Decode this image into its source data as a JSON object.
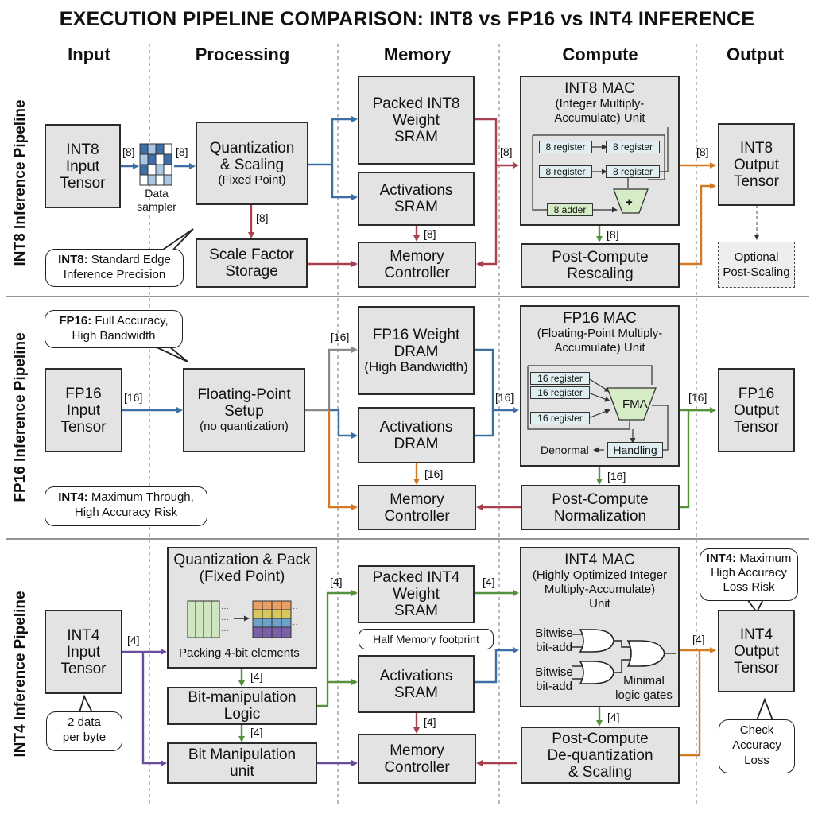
{
  "title": "EXECUTION PIPELINE COMPARISON: INT8 vs FP16 vs INT4 INFERENCE",
  "columns": [
    "Input",
    "Processing",
    "Memory",
    "Compute",
    "Output"
  ],
  "rows": {
    "int8": {
      "label": "INT8 Inference Pipeline",
      "input": [
        "INT8",
        "Input",
        "Tensor"
      ],
      "sampler_label": [
        "Data",
        "sampler"
      ],
      "processing": [
        "Quantization",
        "& Scaling"
      ],
      "processing_sub": "(Fixed Point)",
      "scale_storage": [
        "Scale Factor",
        "Storage"
      ],
      "weight_mem": [
        "Packed INT8",
        "Weight",
        "SRAM"
      ],
      "act_mem": [
        "Activations",
        "SRAM"
      ],
      "mem_ctrl": [
        "Memory",
        "Controller"
      ],
      "mac_title": "INT8 MAC",
      "mac_sub": [
        "(Integer Multiply-",
        "Accumulate) Unit"
      ],
      "registers": [
        "8 register",
        "8 register",
        "8 register",
        "8 register"
      ],
      "adder": "8 adder",
      "plus": "+",
      "post": [
        "Post-Compute",
        "Rescaling"
      ],
      "output": [
        "INT8",
        "Output",
        "Tensor"
      ],
      "optional": [
        "Optional",
        "Post-Scaling"
      ],
      "bubble_bold": "INT8:",
      "bubble_text": [
        "Standard Edge",
        "Inference Precision"
      ],
      "bw": "[8]"
    },
    "fp16": {
      "label": "FP16 Inference Pipeline",
      "input": [
        "FP16",
        "Input",
        "Tensor"
      ],
      "processing": [
        "Floating-Point",
        "Setup"
      ],
      "processing_sub": "(no quantization)",
      "weight_mem": [
        "FP16 Weight",
        "DRAM"
      ],
      "weight_sub": "(High Bandwidth)",
      "act_mem": [
        "Activations",
        "DRAM"
      ],
      "mem_ctrl": [
        "Memory",
        "Controller"
      ],
      "mac_title": "FP16 MAC",
      "mac_sub": [
        "(Floating-Point Multiply-",
        "Accumulate) Unit"
      ],
      "registers": [
        "16 register",
        "16 register",
        "16 register"
      ],
      "fma": "FMA",
      "denormal": "Denormal",
      "handling": "Handling",
      "post": [
        "Post-Compute",
        "Normalization"
      ],
      "output": [
        "FP16",
        "Output",
        "Tensor"
      ],
      "bubble_bold": "FP16:",
      "bubble_text": [
        "Full Accuracy,",
        "High Bandwidth"
      ],
      "bubble2_bold": "INT4:",
      "bubble2_text": [
        "Maximum Through,",
        "High Accuracy Risk"
      ],
      "bw": "[16]"
    },
    "int4": {
      "label": "INT4 Inference Pipeline",
      "input": [
        "INT4",
        "Input",
        "Tensor"
      ],
      "input_note": [
        "2 data",
        "per byte"
      ],
      "processing": [
        "Quantization & Pack",
        "(Fixed Point)"
      ],
      "packing_label": "Packing 4-bit elements",
      "bitlogic": [
        "Bit-manipulation",
        "Logic"
      ],
      "bitunit": [
        "Bit Manipulation",
        "unit"
      ],
      "weight_mem": [
        "Packed INT4",
        "Weight",
        "SRAM"
      ],
      "half_mem": "Half Memory footprint",
      "act_mem": [
        "Activations",
        "SRAM"
      ],
      "mem_ctrl": [
        "Memory",
        "Controller"
      ],
      "mac_title": "INT4 MAC",
      "mac_sub": [
        "(Highly Optimized Integer",
        "Multiply-Accumulate)",
        "Unit"
      ],
      "bitwise1": [
        "Bitwise",
        "bit-add"
      ],
      "bitwise2": [
        "Bitwise",
        "bit-add"
      ],
      "minimal": [
        "Minimal",
        "logic gates"
      ],
      "post": [
        "Post-Compute",
        "De-quantization",
        "& Scaling"
      ],
      "output": [
        "INT4",
        "Output",
        "Tensor"
      ],
      "bubble_bold": "INT4:",
      "bubble_text": [
        "Maximum",
        "High Accuracy",
        "Loss Risk"
      ],
      "check": [
        "Check",
        "Accuracy",
        "Loss"
      ],
      "bw": "[4]"
    }
  },
  "colors": {
    "blue": "#3d6fa5",
    "red": "#a8414f",
    "orange": "#d47a22",
    "green": "#55923a",
    "purple": "#6a4c9c",
    "gray": "#8a8a8a",
    "box_fill": "#e3e3e3"
  }
}
